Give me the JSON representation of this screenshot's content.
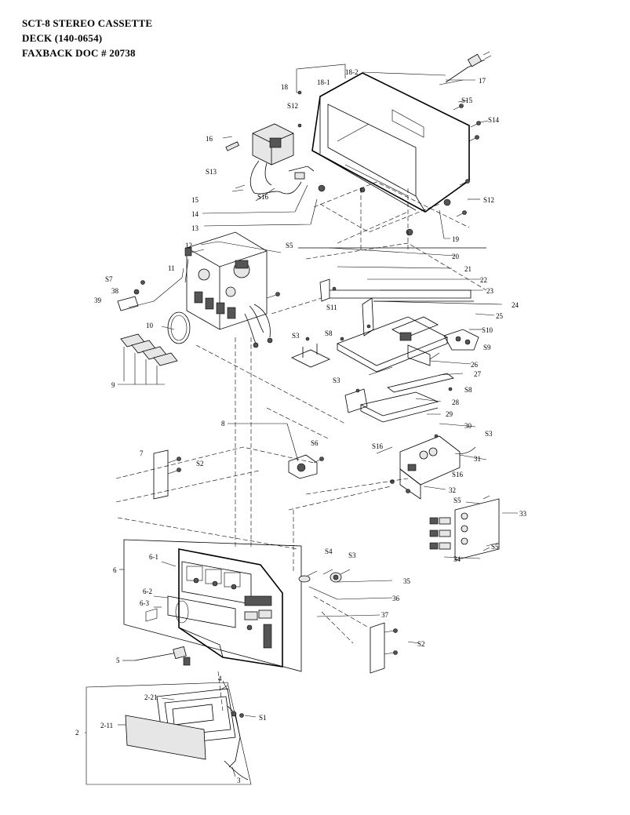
{
  "header": {
    "line1": "SCT-8  STEREO CASSETTE",
    "line2": "DECK  (140-0654)",
    "line3": "FAXBACK DOC # 20738"
  },
  "callouts": [
    {
      "id": "c18",
      "text": "18"
    },
    {
      "id": "c18-1",
      "text": "18-1"
    },
    {
      "id": "c18-2",
      "text": "18-2"
    },
    {
      "id": "c17",
      "text": "17"
    },
    {
      "id": "cS15",
      "text": "S15"
    },
    {
      "id": "cS14",
      "text": "S14"
    },
    {
      "id": "cS12a",
      "text": "S12"
    },
    {
      "id": "c16",
      "text": "16"
    },
    {
      "id": "cS13",
      "text": "S13"
    },
    {
      "id": "c15",
      "text": "15"
    },
    {
      "id": "cS16a",
      "text": "S16"
    },
    {
      "id": "c14",
      "text": "14"
    },
    {
      "id": "c13",
      "text": "13"
    },
    {
      "id": "cS12b",
      "text": "S12"
    },
    {
      "id": "c19",
      "text": "19"
    },
    {
      "id": "c12",
      "text": "12"
    },
    {
      "id": "cS5a",
      "text": "S5"
    },
    {
      "id": "c11",
      "text": "11"
    },
    {
      "id": "c20",
      "text": "20"
    },
    {
      "id": "c21",
      "text": "21"
    },
    {
      "id": "c22",
      "text": "22"
    },
    {
      "id": "cS7",
      "text": "S7"
    },
    {
      "id": "c38",
      "text": "38"
    },
    {
      "id": "c39",
      "text": "39"
    },
    {
      "id": "cS11",
      "text": "S11"
    },
    {
      "id": "c23",
      "text": "23"
    },
    {
      "id": "c24",
      "text": "24"
    },
    {
      "id": "c25",
      "text": "25"
    },
    {
      "id": "c10",
      "text": "10"
    },
    {
      "id": "cS10",
      "text": "S10"
    },
    {
      "id": "cS9",
      "text": "S9"
    },
    {
      "id": "cS3a",
      "text": "S3"
    },
    {
      "id": "cS8",
      "text": "S8"
    },
    {
      "id": "c26",
      "text": "26"
    },
    {
      "id": "c27",
      "text": "27"
    },
    {
      "id": "c9",
      "text": "9"
    },
    {
      "id": "cS3b",
      "text": "S3"
    },
    {
      "id": "c28",
      "text": "28"
    },
    {
      "id": "cS8b",
      "text": "S8"
    },
    {
      "id": "c29",
      "text": "29"
    },
    {
      "id": "c8",
      "text": "8"
    },
    {
      "id": "c30",
      "text": "30"
    },
    {
      "id": "cS3c",
      "text": "S3"
    },
    {
      "id": "cS6",
      "text": "S6"
    },
    {
      "id": "c7",
      "text": "7"
    },
    {
      "id": "cS2a",
      "text": "S2"
    },
    {
      "id": "cS16b",
      "text": "S16"
    },
    {
      "id": "c31",
      "text": "31"
    },
    {
      "id": "cS16c",
      "text": "S16"
    },
    {
      "id": "c32",
      "text": "32"
    },
    {
      "id": "cS5b",
      "text": "S5"
    },
    {
      "id": "c33",
      "text": "33"
    },
    {
      "id": "cS5c",
      "text": "S5"
    },
    {
      "id": "c34",
      "text": "34"
    },
    {
      "id": "c6",
      "text": "6"
    },
    {
      "id": "c6-1",
      "text": "6-1"
    },
    {
      "id": "cS4",
      "text": "S4"
    },
    {
      "id": "cS3d",
      "text": "S3"
    },
    {
      "id": "c35",
      "text": "35"
    },
    {
      "id": "c6-2",
      "text": "6-2"
    },
    {
      "id": "c6-3",
      "text": "6-3"
    },
    {
      "id": "c36",
      "text": "36"
    },
    {
      "id": "c37",
      "text": "37"
    },
    {
      "id": "cS2b",
      "text": "S2"
    },
    {
      "id": "c5",
      "text": "5"
    },
    {
      "id": "c4",
      "text": "4"
    },
    {
      "id": "c2-21",
      "text": "2-21"
    },
    {
      "id": "cS1",
      "text": "S1"
    },
    {
      "id": "c2",
      "text": "2"
    },
    {
      "id": "c2-11",
      "text": "2-11"
    },
    {
      "id": "c3",
      "text": "3"
    }
  ]
}
